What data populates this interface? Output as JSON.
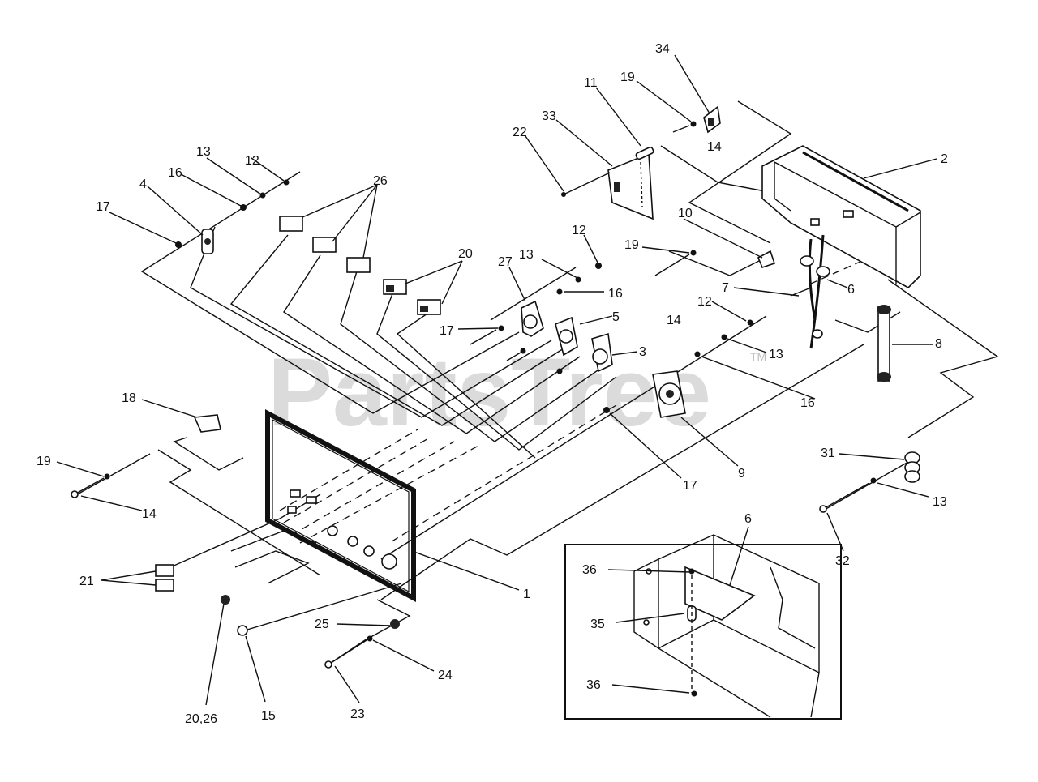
{
  "watermark": {
    "text": "PartsTree",
    "trademark": "TM"
  },
  "callouts": {
    "p34": "34",
    "p19a": "19",
    "p11": "11",
    "p33": "33",
    "p22": "22",
    "p14a": "14",
    "p2": "2",
    "p10": "10",
    "p19b": "19",
    "p14b": "14",
    "p12a": "12",
    "p13a": "13",
    "p16a": "16",
    "p5": "5",
    "p27": "27",
    "p17a": "17",
    "p3": "3",
    "p20a": "20",
    "p26a": "26",
    "p4": "4",
    "p17b": "17",
    "p16b": "16",
    "p13b": "13",
    "p12b": "12",
    "p7": "7",
    "p6a": "6",
    "p8": "8",
    "p12c": "12",
    "p13c": "13",
    "p16c": "16",
    "p9": "9",
    "p17c": "17",
    "p18": "18",
    "p19c": "19",
    "p14c": "14",
    "p21": "21",
    "p1": "1",
    "p31": "31",
    "p13d": "13",
    "p32": "32",
    "p25": "25",
    "p24": "24",
    "p23": "23",
    "p15": "15",
    "p2026": "20,26",
    "p36a": "36",
    "p6b": "6",
    "p35": "35",
    "p36b": "36"
  }
}
